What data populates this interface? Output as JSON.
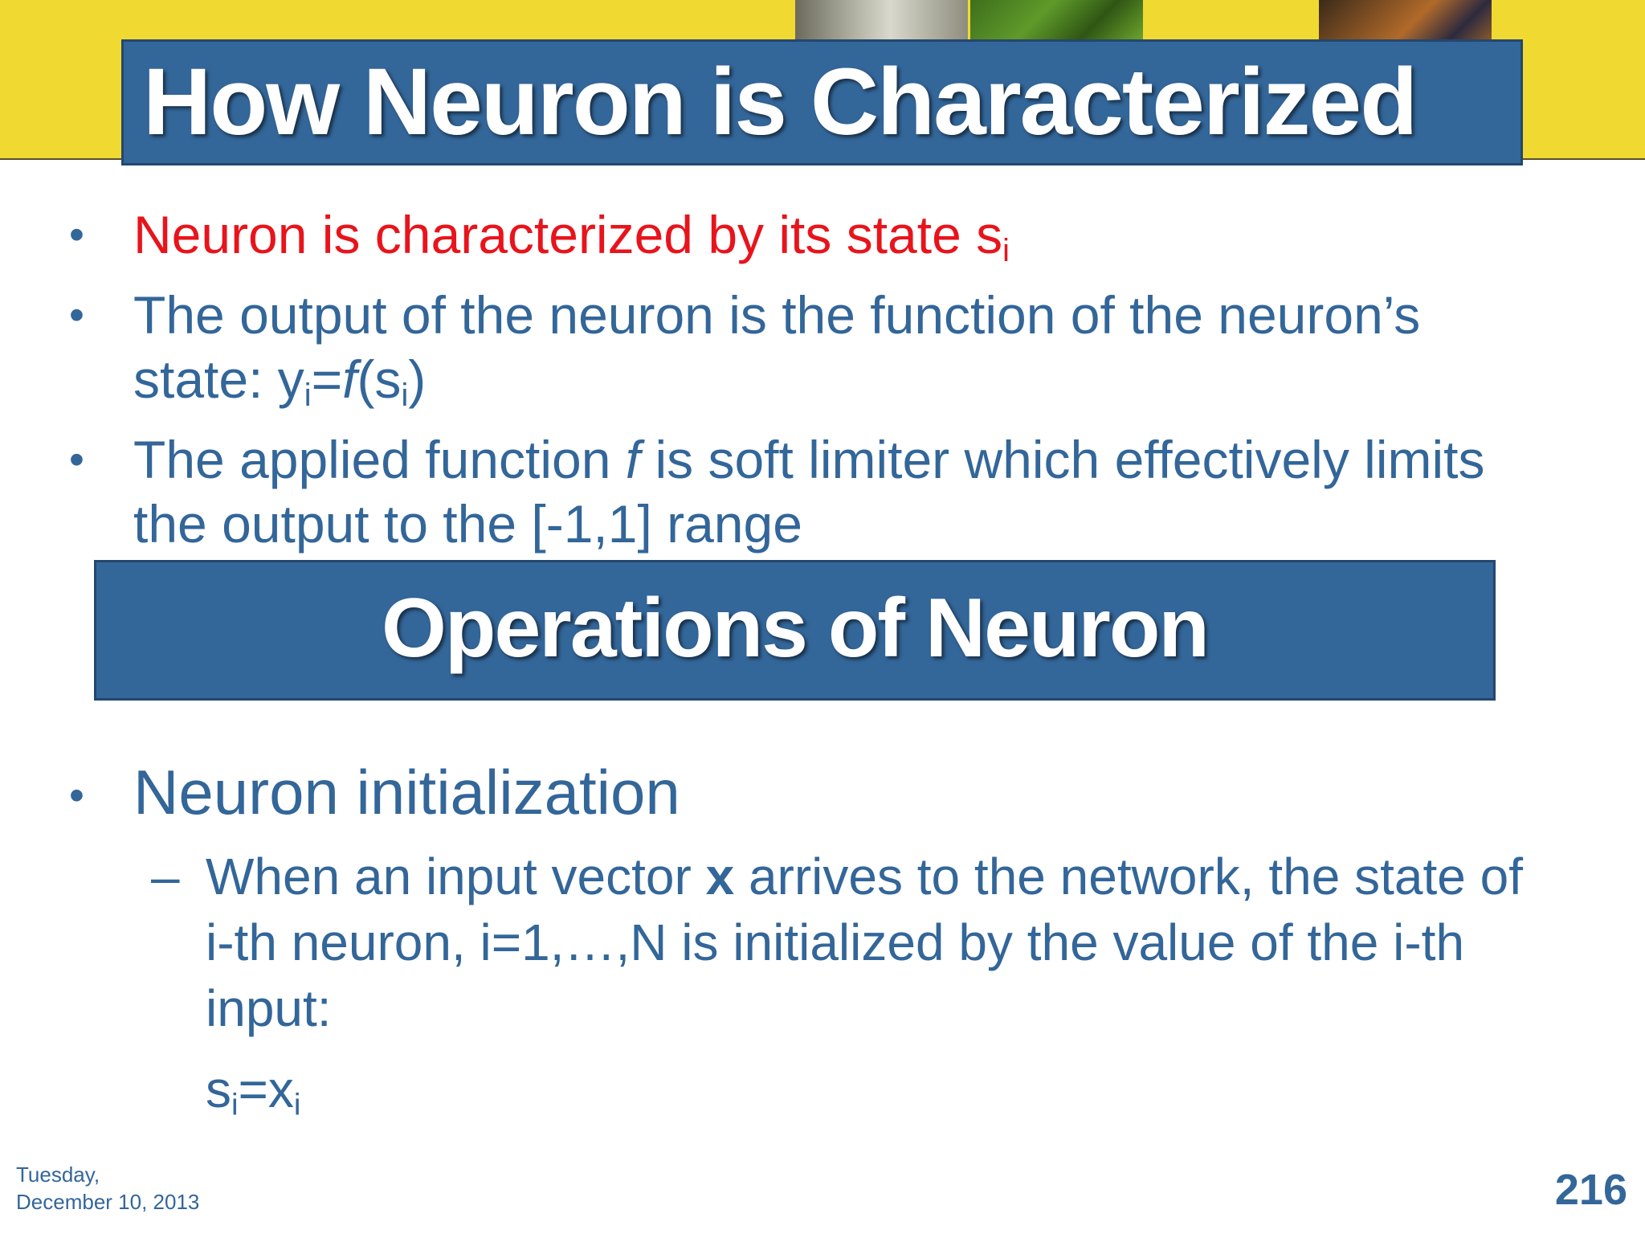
{
  "section1": {
    "title": "How Neuron is Characterized",
    "bullets": [
      {
        "text": "Neuron is characterized by its state s",
        "sub": "i"
      },
      {
        "line1": "The output of the neuron is the function of the neuron’s",
        "line2_a": "state:  y",
        "line2_sub1": "i",
        "line2_b": "=",
        "line2_f": "f",
        "line2_c": "(s",
        "line2_sub2": "i",
        "line2_d": ")"
      },
      {
        "a": "The applied function ",
        "f": "f",
        "b": " is soft limiter which effectively limits",
        "line2": "the output to the [-1,1] range"
      }
    ]
  },
  "section2": {
    "title": "Operations of Neuron",
    "bullet": "Neuron initialization",
    "sub_bullet": {
      "a": "When an input vector ",
      "bold": "x",
      "b": " arrives to the network, the state of i-th neuron, i=1,…,N is initialized by the value of the i-th input:"
    },
    "formula": {
      "s": "s",
      "s_sub": "i",
      "eq": "=x",
      "x_sub": "i"
    }
  },
  "footer": {
    "day": "Tuesday,",
    "date": "December 10, 2013",
    "page_number": "216"
  },
  "colors": {
    "title_box": "#336699",
    "body_text": "#336699",
    "highlight_text": "#e8141c",
    "top_band": "#f0da32"
  }
}
